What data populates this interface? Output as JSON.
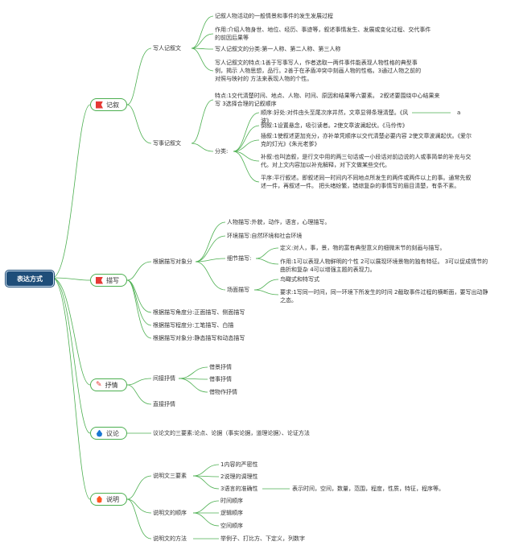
{
  "root": "表达方式",
  "jishu": {
    "label": "记叙",
    "xieren": {
      "label": "写人记叙文",
      "items": [
        "记叙人物活动的一般情景和事件的发生发展过程",
        "作用:介绍人物身世、地位、经历、事迹等，叙述事情发生、发展或变化过程、交代事件的前因后果等",
        "写人记叙文的分类:第一人称、第二人称、第三人称",
        "写人记叙文的特点:1善于写事写人，作者选取一两件事件能表现人物性格的典型事例，揭示 人物思想，品行。2善于在矛盾冲突中刻画人物的性格。3通过人物之前的对照与映衬的 方法来表现人物的个性。"
      ]
    },
    "xieshi": {
      "label": "写事记叙文",
      "feature": "特点:1交代清楚时间、地点、人物、时间、原因和结果等六要素。 2叙述要围绕中心结果来写 3选择合理的记叙顺序",
      "fenlei": {
        "label": "分类:",
        "items": [
          "顺序:好处:对件由头至尾次序井然，文章显得条理清楚。《风波》",
          "倒叙:1设置悬念，吸引读者。2使文章波澜起伏。《马伶传》",
          "插叙:1使叙述更加充分，亦补单凭顺序以交代清楚必要内容 2使文章波澜起伏。《爱尔克的灯光》《朱光老爹》",
          "补叙:也叫追叙，是行文中用的两三句话或一小段话对前边说的人或事简单的补充与交代。对上文内容加以补充解释，对下文做某些交代。",
          "平序:平行叙述。即叙述同一时间内不同地点所发生的两件或两件以上的事。通常先叙述一件，再叙述一件。 把头绪纷繁，错综复杂的事情写的眉目清楚，有条不紊。"
        ],
        "side_note": "a"
      }
    }
  },
  "miaoxie": {
    "label": "描写",
    "duixiang": {
      "label": "根据描写对象分",
      "renwu": "人物描写:外貌，动作，语言，心理描写。",
      "huanjing": "环境描写:自然环境和社会环境",
      "xijie": {
        "label": "细节描写:",
        "items": [
          "定义:对人，事，景，物的富有典型意义的细微末节的刻画与描写。",
          "作用:1可以表现人物鲜明的个性 2可以展现环境景物的独有特征。 3可以促成情节的曲折和复杂 4可以增强主题的表现力。"
        ]
      },
      "changmian": {
        "label": "场面描写",
        "items": [
          "鸟瞰式和特写式",
          "要求:1写同一时间，同一环境下所发生的时间 2截取事件过程的横断面，要写出动静之态。"
        ]
      }
    },
    "others": [
      "根据描写角度分:正面描写、侧面描写",
      "根据描写程度分:工笔描写、白描",
      "根据描写对象分:静态描写和动态描写"
    ]
  },
  "shuqing": {
    "label": "抒情",
    "jianjie": {
      "label": "间接抒情",
      "items": [
        "借景抒情",
        "借事抒情",
        "借物作抒情"
      ]
    },
    "zhijie": "直接抒情"
  },
  "yilun": {
    "label": "议论",
    "text": "议论文的三要素:论点、论据（事实论据，道理论据）、论证方法"
  },
  "shuoming": {
    "label": "说明",
    "sanyaosu": {
      "label": "说明文三要素",
      "items": [
        "1内容的严密性",
        "2说理的调理性",
        "3语言的准确性"
      ],
      "note": "表示时间，空间，数量，范围，程度，性质，特征，程序等。"
    },
    "shunxu": {
      "label": "说明文的顺序",
      "items": [
        "时间顺序",
        "逻辑顺序",
        "空间顺序"
      ]
    },
    "fangfa": {
      "label": "说明文的方法",
      "text": "举例子、打比方、下定义，列数字"
    }
  },
  "colors": {
    "root_bg": "#1f4e79",
    "branch": "#4caf50",
    "flag": "#e53935",
    "drop": "#1976d2",
    "fire": "#ff5722"
  },
  "icons": {
    "jishu": "flag-icon",
    "miaoxie": "flag-icon",
    "shuqing": "pencil-cross-icon",
    "yilun": "water-drop-icon",
    "shuoming": "fire-icon"
  }
}
